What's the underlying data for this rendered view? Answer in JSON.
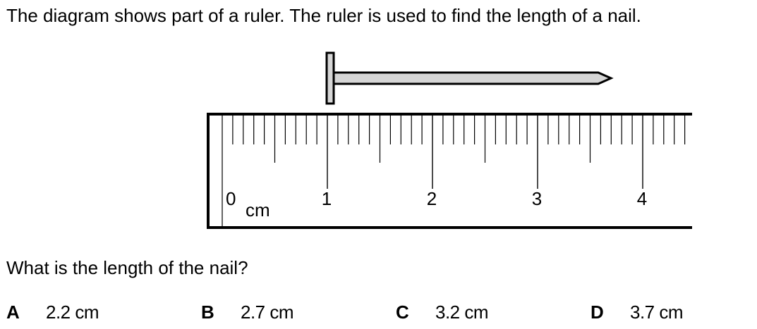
{
  "intro": "The diagram shows part of a ruler. The ruler is used to find the length of a nail.",
  "question": "What is the length of the nail?",
  "ruler": {
    "unit": "cm",
    "labels": [
      "0",
      "1",
      "2",
      "3",
      "4"
    ]
  },
  "options": [
    {
      "letter": "A",
      "value": "2.2 cm"
    },
    {
      "letter": "B",
      "value": "2.7 cm"
    },
    {
      "letter": "C",
      "value": "3.2 cm"
    },
    {
      "letter": "D",
      "value": "3.7 cm"
    }
  ]
}
